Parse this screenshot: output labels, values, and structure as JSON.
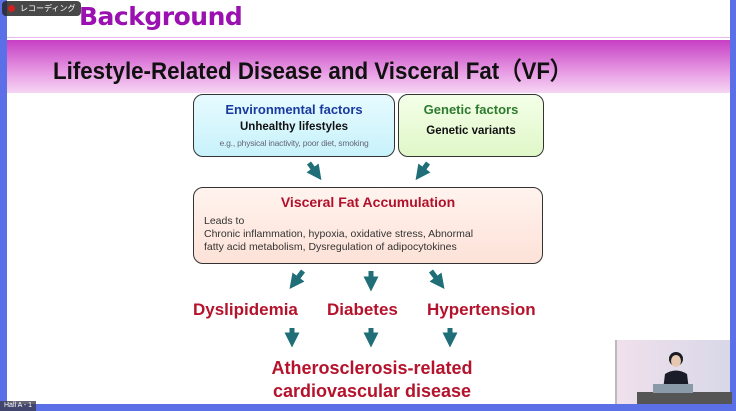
{
  "recording": {
    "label": "レコーディング"
  },
  "slide": {
    "section_title": "Background",
    "title": "Lifestyle-Related Disease and Visceral Fat（VF）",
    "environmental": {
      "heading": "Environmental factors",
      "subheading": "Unhealthy lifestyles",
      "examples": "e.g.,  physical inactivity, poor diet, smoking"
    },
    "genetic": {
      "heading": "Genetic factors",
      "subheading": "Genetic variants"
    },
    "vfa": {
      "heading": "Visceral Fat Accumulation",
      "leads": "Leads to",
      "line1": "Chronic inflammation, hypoxia, oxidative stress, Abnormal",
      "line2": "fatty acid metabolism, Dysregulation of adipocytokines"
    },
    "outcomes": [
      "Dyslipidemia",
      "Diabetes",
      "Hypertension"
    ],
    "final": {
      "line1": "Atherosclerosis-related",
      "line2": "cardiovascular disease"
    },
    "arrow_color": "#1f6e78"
  },
  "participant": {
    "label": "Hall A - 1"
  }
}
